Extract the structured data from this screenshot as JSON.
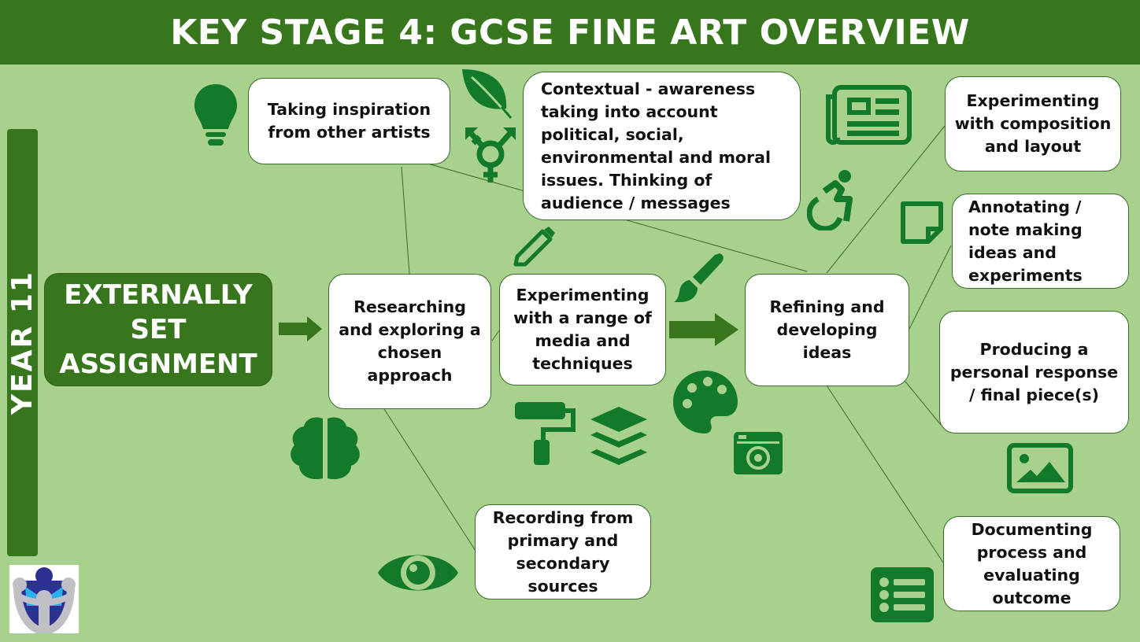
{
  "title": "KEY STAGE 4: GCSE FINE ART OVERVIEW",
  "year_label": "YEAR  11",
  "main_stage": "EXTERNALLY SET ASSIGNMENT",
  "boxes": {
    "inspiration": "Taking inspiration from other artists",
    "contextual": "Contextual - awareness taking into account political, social, environmental and moral issues.  Thinking of audience / messages",
    "composition": "Experimenting with composition and layout",
    "annotating": "Annotating / note making ideas and experiments",
    "researching": "Researching and exploring a chosen approach",
    "media": "Experimenting with a range of media and techniques",
    "refining": "Refining and developing ideas",
    "producing": "Producing a personal response / final piece(s)",
    "recording": "Recording from primary and secondary sources",
    "documenting": "Documenting process and evaluating outcome"
  },
  "colors": {
    "background": "#a9d18e",
    "header": "#38761d",
    "icon": "#127a2a"
  }
}
